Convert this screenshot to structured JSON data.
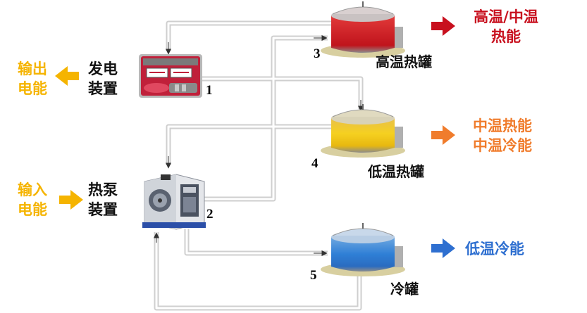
{
  "generator": {
    "label_line1": "发电",
    "label_line2": "装置",
    "number": "1",
    "output_line1": "输出",
    "output_line2": "电能"
  },
  "heat_pump": {
    "label_line1": "热泵",
    "label_line2": "装置",
    "number": "2",
    "input_line1": "输入",
    "input_line2": "电能"
  },
  "tanks": {
    "high_temp": {
      "label": "高温热罐",
      "number": "3",
      "output_line1": "高温/中温",
      "output_line2": "热能",
      "color": "#d81f26"
    },
    "low_temp": {
      "label": "低温热罐",
      "number": "4",
      "output_line1": "中温热能",
      "output_line2": "中温冷能",
      "color": "#f2c230"
    },
    "cold": {
      "label": "冷罐",
      "number": "5",
      "output_line1": "低温冷能",
      "color": "#2f7fd6"
    }
  },
  "colors": {
    "electric": "#f5b400",
    "high_heat": "#c8101e",
    "mid_heat": "#f07c2c",
    "cold": "#2e6fd0",
    "pipe": "#dcdcdc"
  }
}
